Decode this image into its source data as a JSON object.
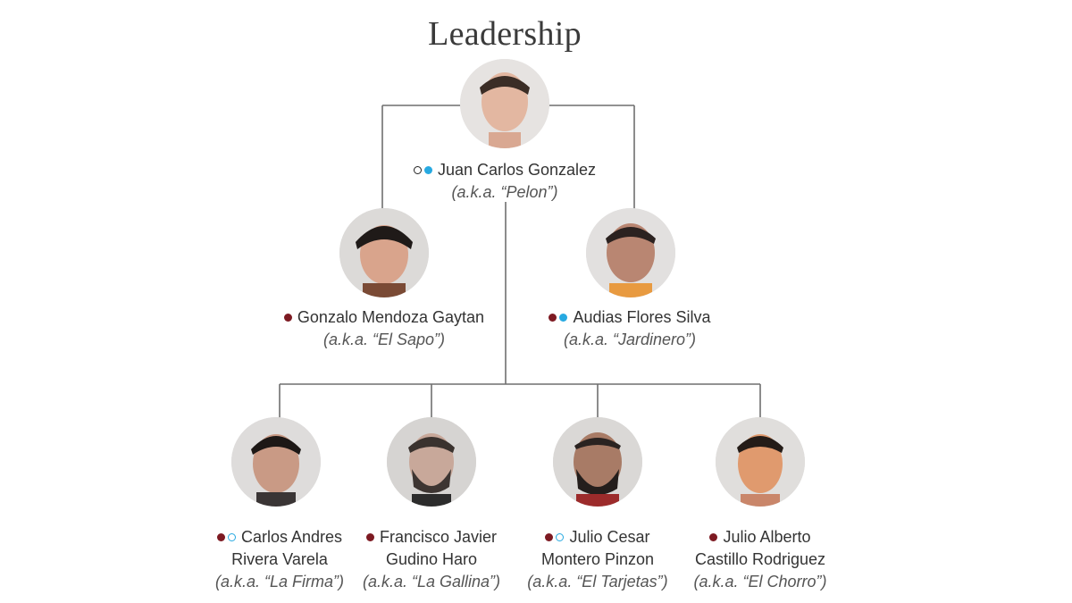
{
  "title": "Leadership",
  "colors": {
    "maroon": "#7d1a22",
    "blue": "#27a9e1",
    "line": "#6f6f6f"
  },
  "people": {
    "jcg": {
      "name": "Juan Carlos Gonzalez",
      "aka": "(a.k.a. “Pelon”)",
      "markers": [
        "ring-black",
        "blue"
      ]
    },
    "gmg": {
      "name": "Gonzalo Mendoza Gaytan",
      "aka": "(a.k.a. “El Sapo”)",
      "markers": [
        "maroon"
      ]
    },
    "afs": {
      "name": "Audias Flores Silva",
      "aka": "(a.k.a. “Jardinero”)",
      "markers": [
        "maroon",
        "blue"
      ]
    },
    "carv": {
      "name_line1": "Carlos Andres",
      "name_line2": "Rivera Varela",
      "aka": "(a.k.a. “La Firma”)",
      "markers": [
        "maroon",
        "ring-blue"
      ]
    },
    "fjgh": {
      "name_line1": "Francisco Javier",
      "name_line2": "Gudino Haro",
      "aka": "(a.k.a. “La Gallina”)",
      "markers": [
        "maroon"
      ]
    },
    "jcmp": {
      "name_line1": "Julio Cesar",
      "name_line2": "Montero Pinzon",
      "aka": "(a.k.a. “El Tarjetas”)",
      "markers": [
        "maroon",
        "ring-blue"
      ]
    },
    "jacr": {
      "name_line1": "Julio Alberto",
      "name_line2": "Castillo Rodriguez",
      "aka": "(a.k.a. “El Chorro”)",
      "markers": [
        "maroon"
      ]
    }
  }
}
